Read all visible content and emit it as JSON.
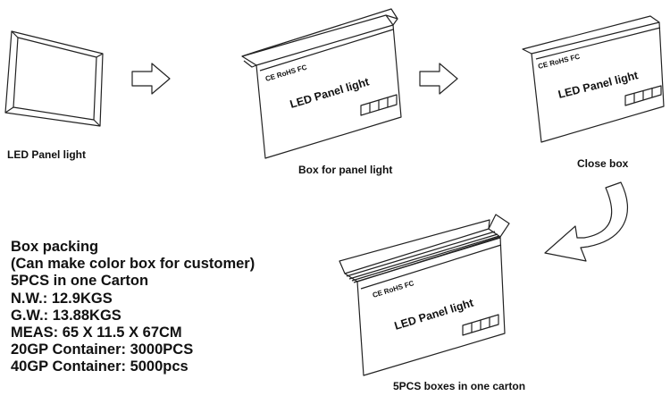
{
  "steps": {
    "panel": {
      "caption": "LED Panel light"
    },
    "open_box": {
      "caption": "Box for panel light"
    },
    "closed_box": {
      "caption": "Close box"
    },
    "carton": {
      "caption": "5PCS boxes  in one carton"
    }
  },
  "box": {
    "cert_marks": "CE RoHS FC",
    "label": "LED Panel light"
  },
  "packing_info": {
    "lines": [
      "Box packing",
      "(Can make color box for customer)",
      "5PCS in one Carton",
      "N.W.: 12.9KGS",
      "G.W.: 13.88KGS",
      "MEAS: 65 X 11.5 X 67CM",
      "20GP Container: 3000PCS",
      "40GP Container: 5000pcs"
    ]
  }
}
